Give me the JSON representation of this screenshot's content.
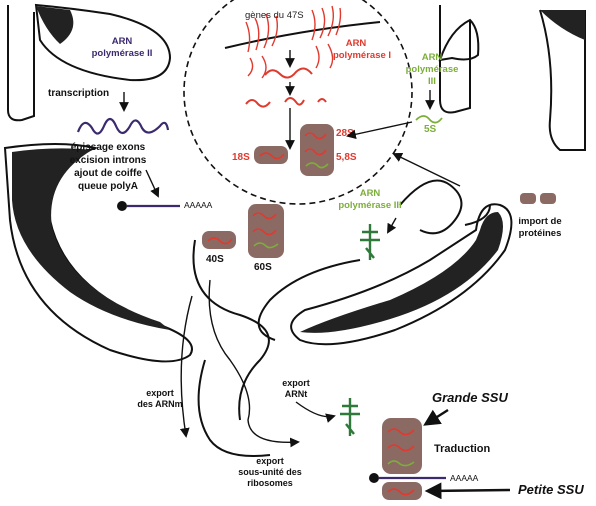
{
  "nucleolus": {
    "genes_label": "gènes du 47S",
    "pol1_line1": "ARN",
    "pol1_line2": "polymérase I",
    "rrna_28s": "28S",
    "rrna_18s": "18S",
    "rrna_58s": "5,8S"
  },
  "pol3_5s": {
    "line1": "ARN",
    "line2": "polymérase",
    "line3": "III",
    "product": "5S"
  },
  "pol2": {
    "line1": "ARN",
    "line2": "polymérase II",
    "transcription": "transcription",
    "processing": [
      "épissage exons",
      "excision introns",
      "ajout de coiffe",
      "queue polyA"
    ],
    "polya": "AAAAA"
  },
  "pol3_trna": {
    "line1": "ARN",
    "line2": "polymérase III"
  },
  "import": {
    "line1": "import de",
    "line2": "protéines"
  },
  "subunits": {
    "small": "40S",
    "large": "60S"
  },
  "exports": {
    "mrna_line1": "export",
    "mrna_line2": "des ARNm",
    "trna_line1": "export",
    "trna_line2": "ARNt",
    "ribo_line1": "export",
    "ribo_line2": "sous-unité des",
    "ribo_line3": "ribosomes"
  },
  "cytoplasm": {
    "large_ssu": "Grande SSU",
    "translation": "Traduction",
    "polya": "AAAAA",
    "small_ssu": "Petite SSU"
  },
  "colors": {
    "rrna_red": "#e03a2f",
    "pol3_green": "#7cae3a",
    "pol2_purple": "#3b2a6e",
    "subunit_brown": "#8b6a64"
  }
}
